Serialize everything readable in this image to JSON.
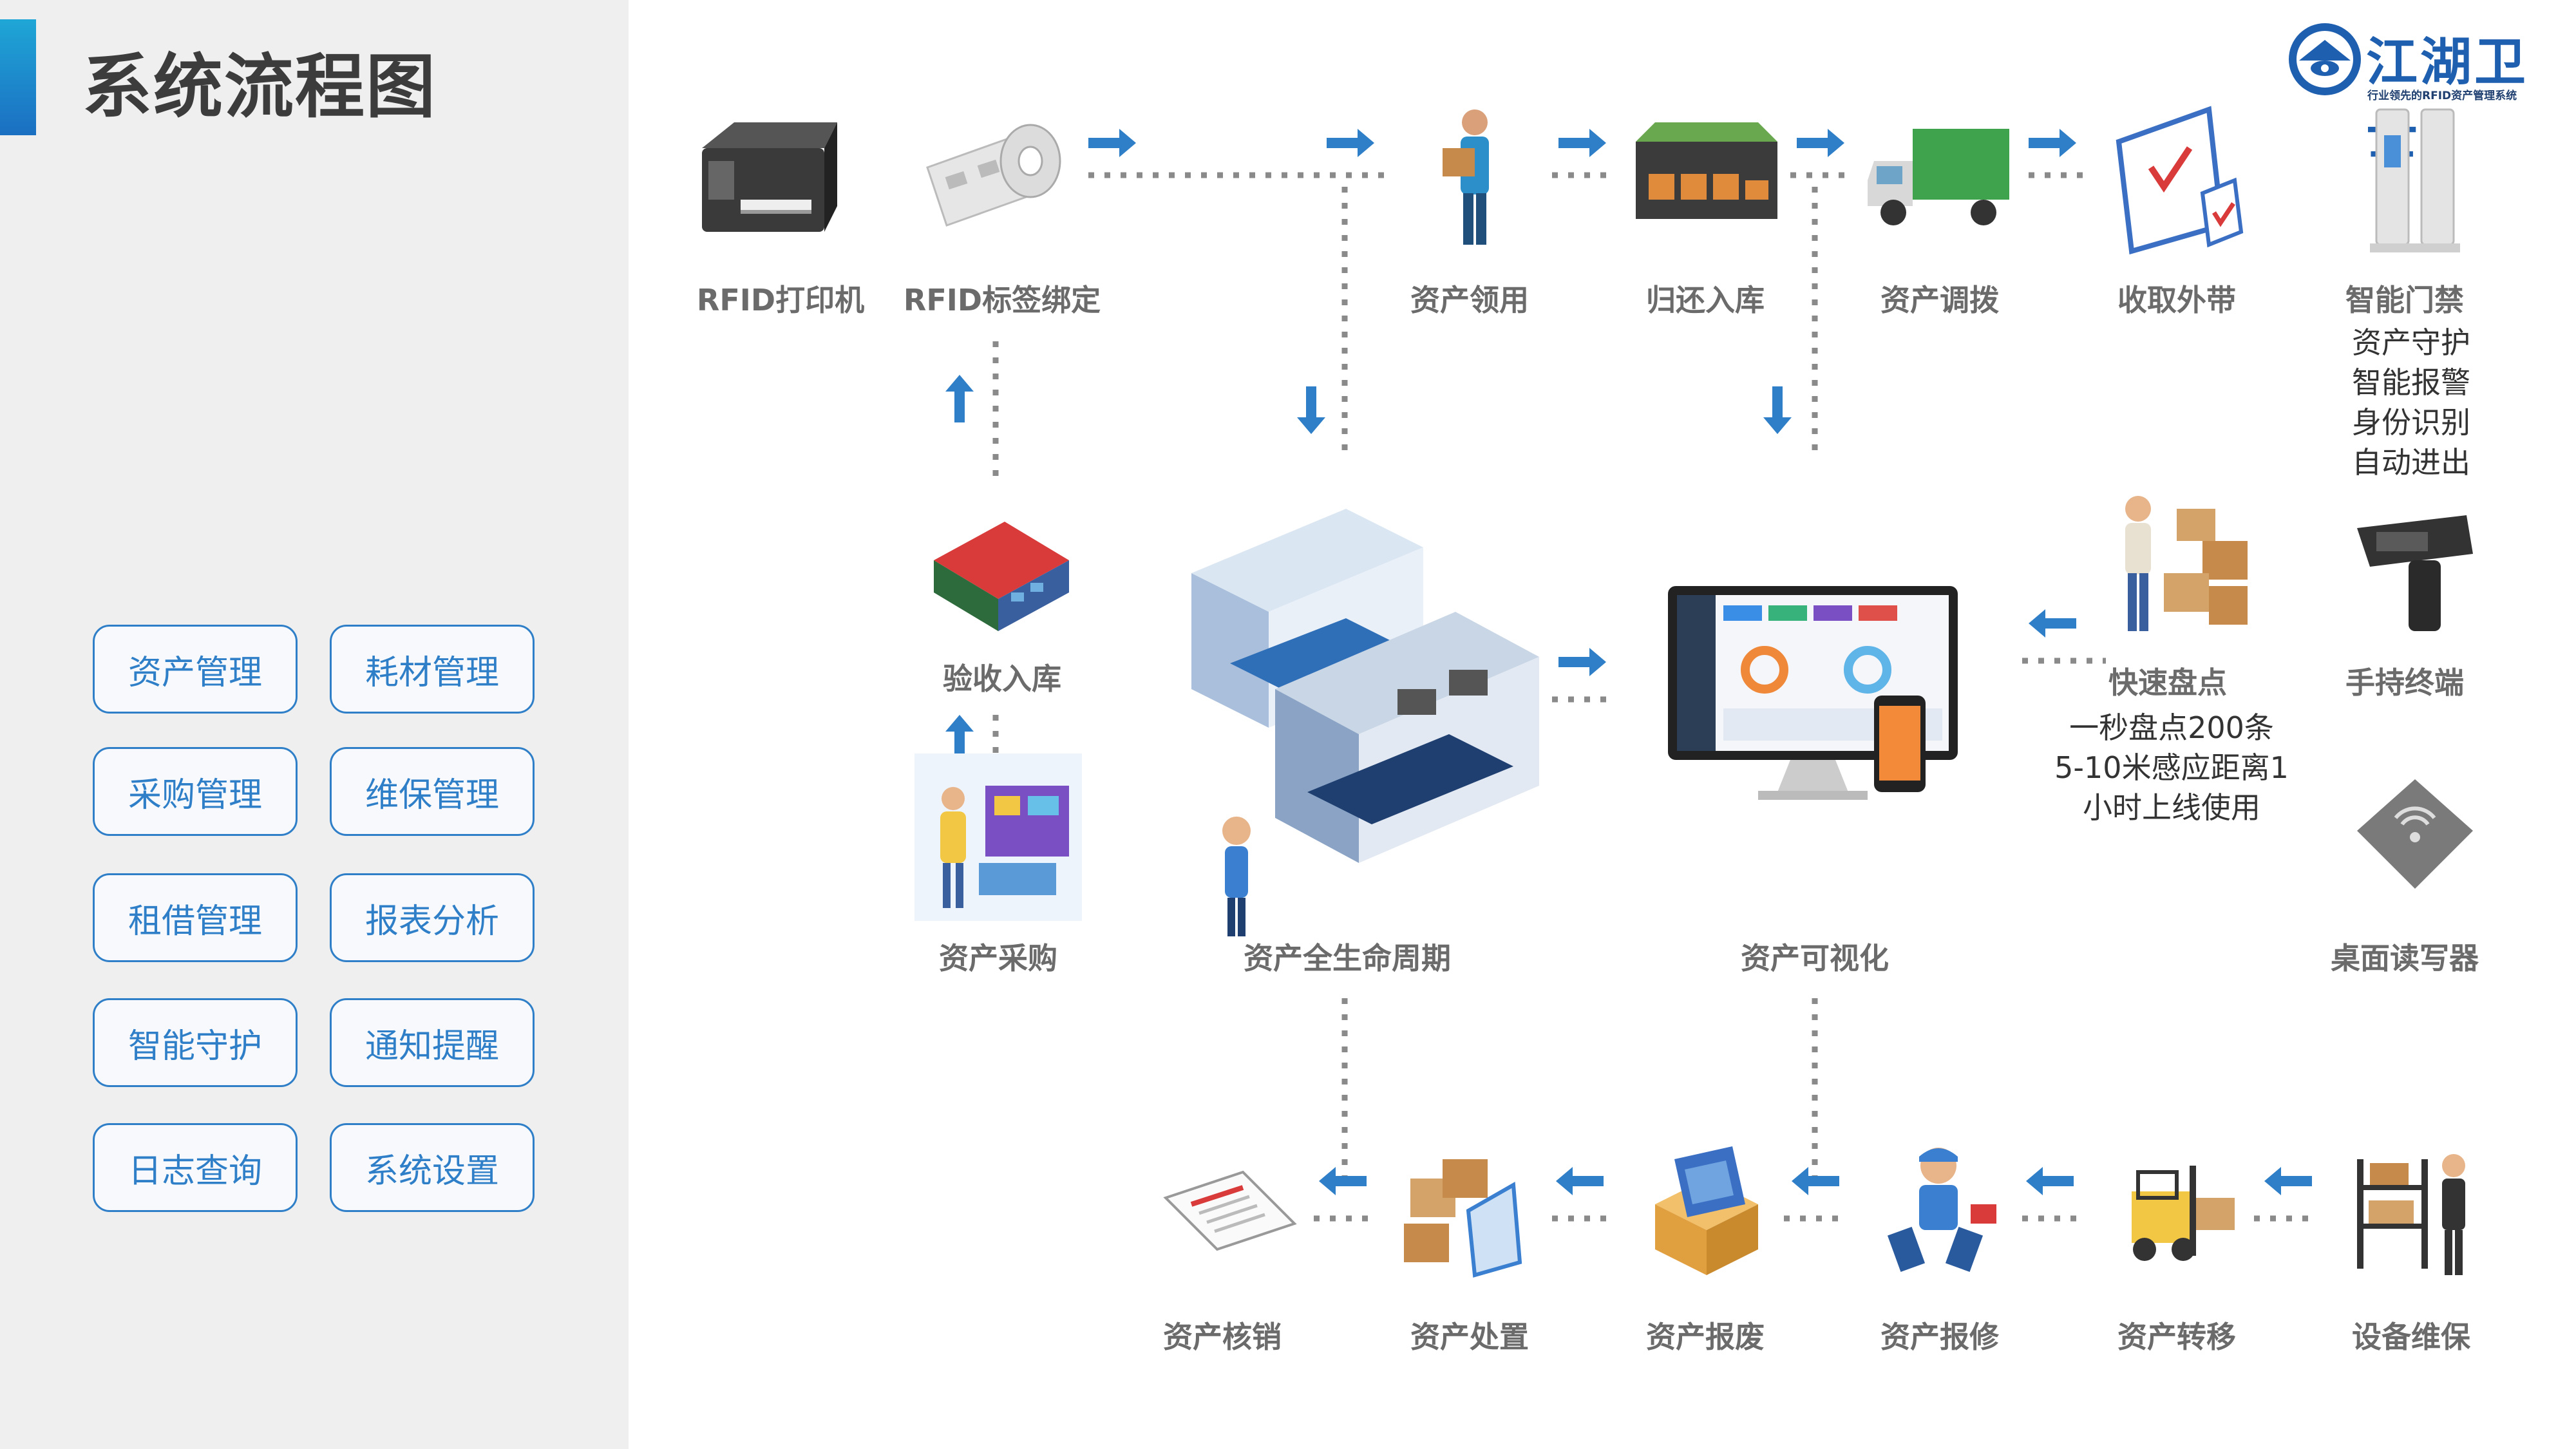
{
  "page": {
    "title": "系统流程图"
  },
  "logo": {
    "name": "江湖卫士",
    "slogan": "行业领先的RFID资产管理系统"
  },
  "menu": [
    {
      "label": "资产管理"
    },
    {
      "label": "耗材管理"
    },
    {
      "label": "采购管理"
    },
    {
      "label": "维保管理"
    },
    {
      "label": "租借管理"
    },
    {
      "label": "报表分析"
    },
    {
      "label": "智能守护"
    },
    {
      "label": "通知提醒"
    },
    {
      "label": "日志查询"
    },
    {
      "label": "系统设置"
    }
  ],
  "flow": {
    "top_row": [
      "RFID打印机",
      "RFID标签绑定",
      "资产领用",
      "归还入库",
      "资产调拨",
      "收取外带",
      "智能门禁"
    ],
    "middle_row": [
      "验收入库",
      "资产采购",
      "资产全生命周期",
      "资产可视化",
      "快速盘点",
      "手持终端",
      "桌面读写器"
    ],
    "bottom_row": [
      "资产核销",
      "资产处置",
      "资产报废",
      "资产报修",
      "资产转移",
      "设备维保"
    ],
    "gate_features": [
      "资产守护",
      "智能报警",
      "身份识别",
      "自动进出"
    ],
    "inventory_notes": [
      "一秒盘点200条",
      "5-10米感应距离1",
      "小时上线使用"
    ]
  },
  "colors": {
    "accent": "#1b6fc2",
    "arrow": "#2f7fc8",
    "dots": "#8a8a8a",
    "menu_border": "#2f7fc8",
    "panel_bg": "#efefef"
  }
}
